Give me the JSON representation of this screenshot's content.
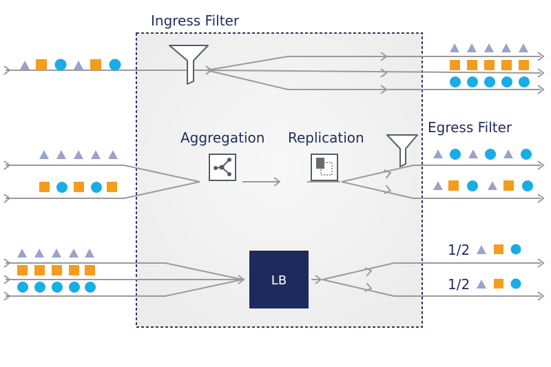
{
  "labels": {
    "ingress_filter": "Ingress Filter",
    "egress_filter": "Egress Filter",
    "aggregation": "Aggregation",
    "replication": "Replication",
    "load_balancer": "LB",
    "fraction_top": "1/2",
    "fraction_bottom": "1/2"
  },
  "colors": {
    "triangle": "#9aa3c8",
    "square": "#f39c1e",
    "circle": "#18aee5",
    "line": "#999999",
    "label_text": "#1f2d5a",
    "lb_box": "#1e2a5e",
    "box_border": "#2a3860"
  },
  "icons": [
    "filter-funnel-icon",
    "aggregation-node-icon",
    "replication-copy-icon",
    "arrowhead-icon"
  ]
}
